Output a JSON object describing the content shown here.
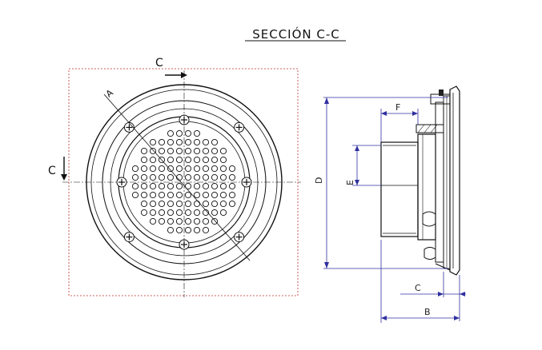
{
  "title": "SECCIÓN C-C",
  "front_view": {
    "section_marker_top": "C",
    "section_marker_left": "C",
    "detail_label": "A"
  },
  "side_view": {
    "dimensions": {
      "D": "D",
      "E": "E",
      "F": "F",
      "C": "C",
      "B": "B"
    }
  }
}
